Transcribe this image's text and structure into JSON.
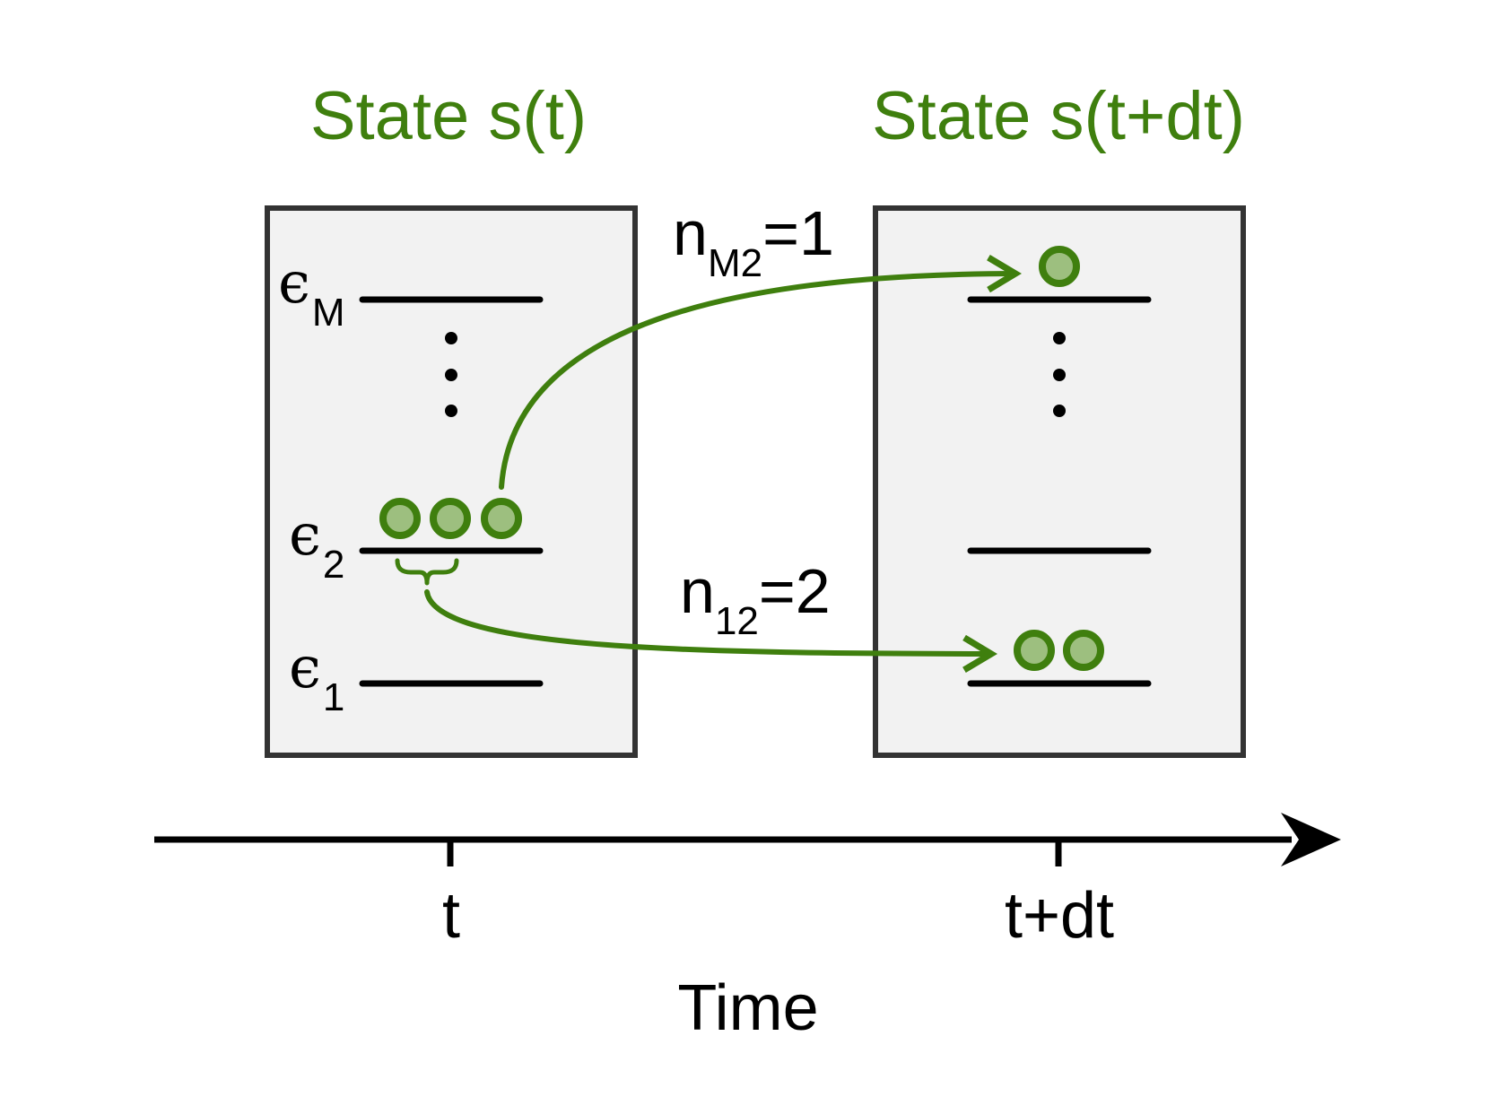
{
  "states": {
    "left_title": "State s(t)",
    "right_title": "State s(t+dt)"
  },
  "levels": {
    "top": {
      "symbol": "ϵ",
      "subscript": "M"
    },
    "middle": {
      "symbol": "ϵ",
      "subscript": "2"
    },
    "bottom": {
      "symbol": "ϵ",
      "subscript": "1"
    }
  },
  "transitions": {
    "upper": {
      "base": "n",
      "subscript": "M2",
      "value": "=1"
    },
    "lower": {
      "base": "n",
      "subscript": "12",
      "value": "=2"
    }
  },
  "occupancy": {
    "left_level_2": 3,
    "right_level_M": 1,
    "right_level_1": 2
  },
  "timeline": {
    "tick_t": "t",
    "tick_tdt": "t+dt",
    "axis_label": "Time"
  },
  "colors": {
    "accent": "#3f7f0e",
    "particle_fill": "#9dbf7f",
    "box_fill": "#f2f2f2",
    "box_stroke": "#333333"
  }
}
